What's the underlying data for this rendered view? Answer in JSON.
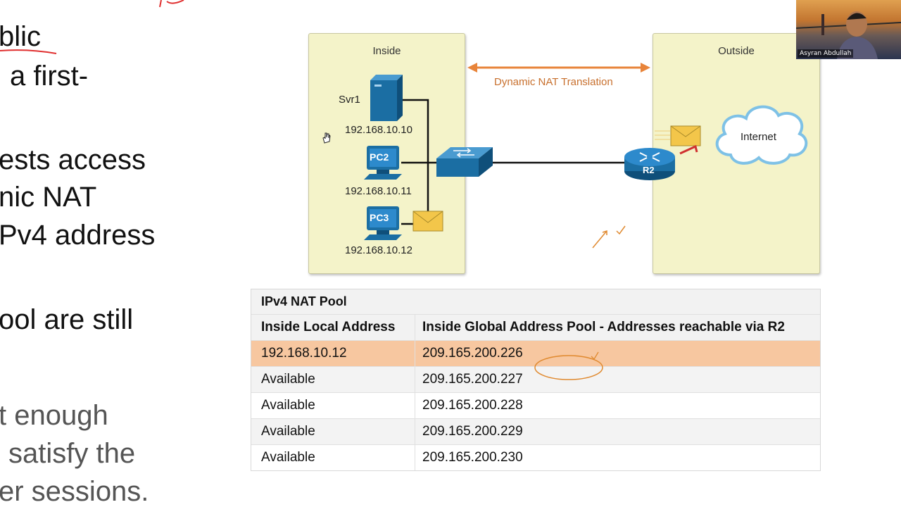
{
  "slide_text": {
    "line1": "blic",
    "line2": "a first-",
    "line3": "ests access",
    "line4": "nic NAT",
    "line5": "Pv4 address",
    "line6": "ool are still",
    "line7": "t enough",
    "line8": "satisfy the",
    "line9": "er sessions."
  },
  "diagram": {
    "inside_title": "Inside",
    "outside_title": "Outside",
    "nat_label": "Dynamic NAT Translation",
    "svr1_name": "Svr1",
    "svr1_ip": "192.168.10.10",
    "pc2_name": "PC2",
    "pc2_ip": "192.168.10.11",
    "pc3_name": "PC3",
    "pc3_ip": "192.168.10.12",
    "router_name": "R2",
    "cloud_label": "Internet"
  },
  "table": {
    "title": "IPv4 NAT Pool",
    "col1_header": "Inside Local Address",
    "col2_header": "Inside Global Address Pool - Addresses reachable via R2",
    "rows": [
      {
        "local": "192.168.10.12",
        "global": "209.165.200.226"
      },
      {
        "local": "Available",
        "global": "209.165.200.227"
      },
      {
        "local": "Available",
        "global": "209.165.200.228"
      },
      {
        "local": "Available",
        "global": "209.165.200.229"
      },
      {
        "local": "Available",
        "global": "209.165.200.230"
      }
    ]
  },
  "webcam": {
    "participant_name": "Asyran Abdullah"
  },
  "colors": {
    "panel_bg": "#f4f3c9",
    "device_blue": "#1b6ea3",
    "nat_orange": "#e8843a",
    "highlight_row": "#f7c7a0",
    "annotation_red": "#e03030"
  }
}
